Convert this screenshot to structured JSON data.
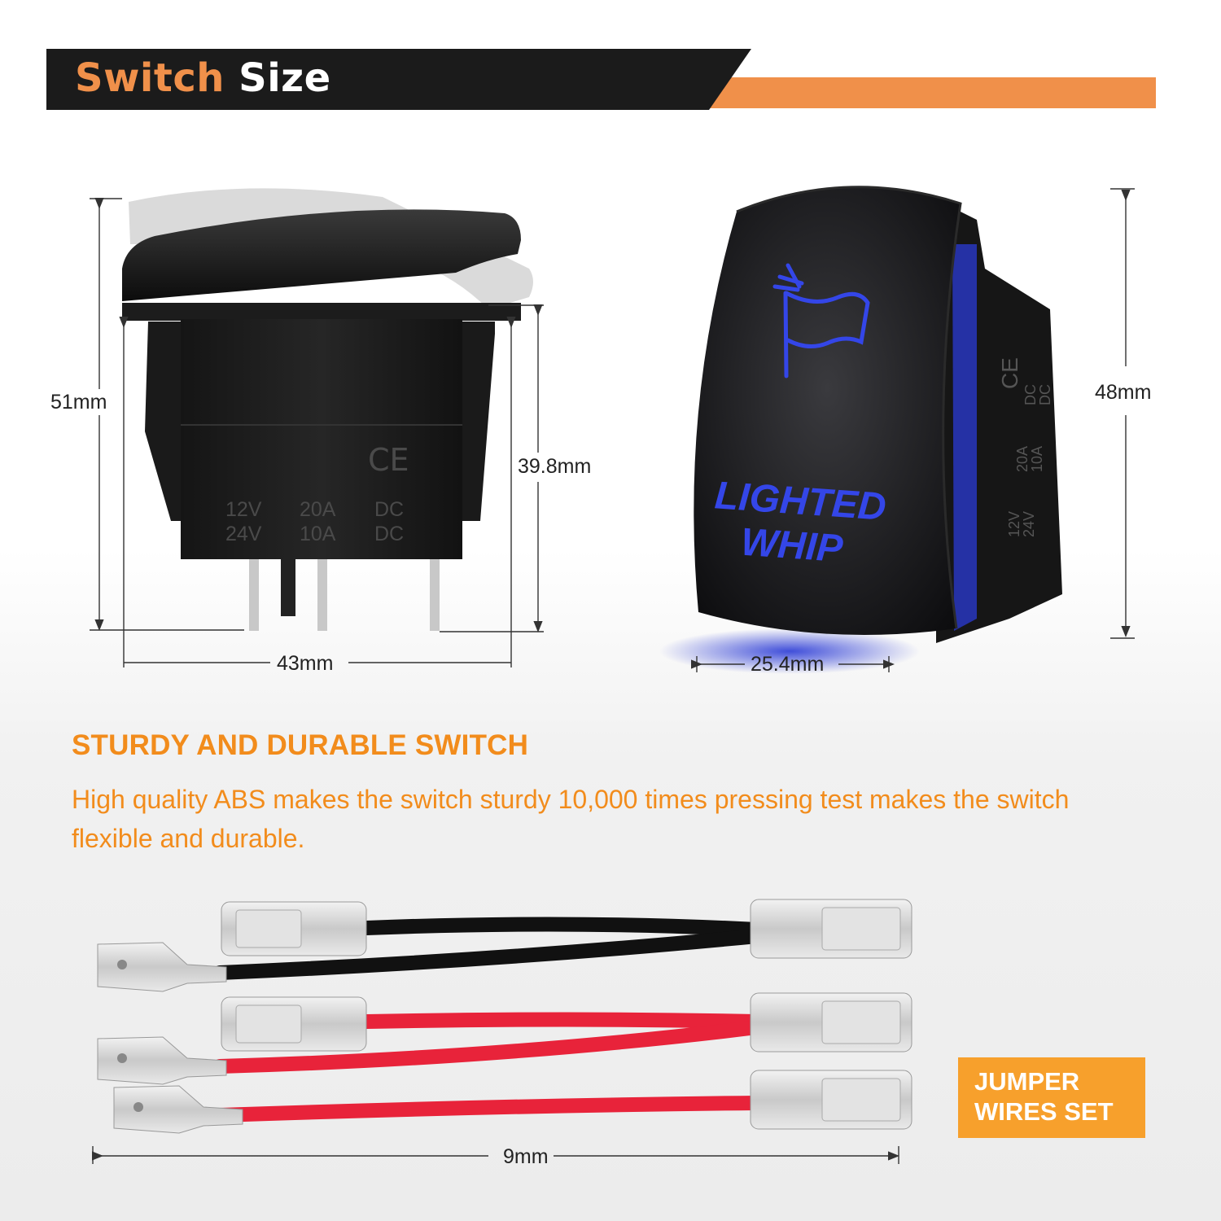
{
  "banner": {
    "title_word1": "Switch",
    "title_word2": "Size"
  },
  "dimensions": {
    "height_side": "51mm",
    "body_height": "39.8mm",
    "width": "43mm",
    "front_width": "25.4mm",
    "front_height": "48mm",
    "wire_length": "9mm"
  },
  "switch_side": {
    "ce_mark": "CE",
    "rating_row1": [
      "12V",
      "20A",
      "DC"
    ],
    "rating_row2": [
      "24V",
      "10A",
      "DC"
    ]
  },
  "switch_front": {
    "label_line1": "LIGHTED",
    "label_line2": "WHIP",
    "ce_mark": "CE",
    "rating_col1": [
      "DC",
      "DC"
    ],
    "rating_col2": [
      "20A",
      "10A"
    ],
    "rating_col3": [
      "12V",
      "24V"
    ],
    "glow_color": "#2b3bd6"
  },
  "section": {
    "heading": "STURDY AND DURABLE SWITCH",
    "body": "High quality ABS makes the switch sturdy 10,000 times pressing test makes the switch flexible and durable."
  },
  "badge": {
    "line1": "JUMPER",
    "line2": "WIRES SET"
  },
  "colors": {
    "accent": "#f0904a",
    "text_orange": "#f28c1c",
    "badge": "#f7a02c",
    "wire_black": "#111111",
    "wire_red": "#e8233a"
  }
}
